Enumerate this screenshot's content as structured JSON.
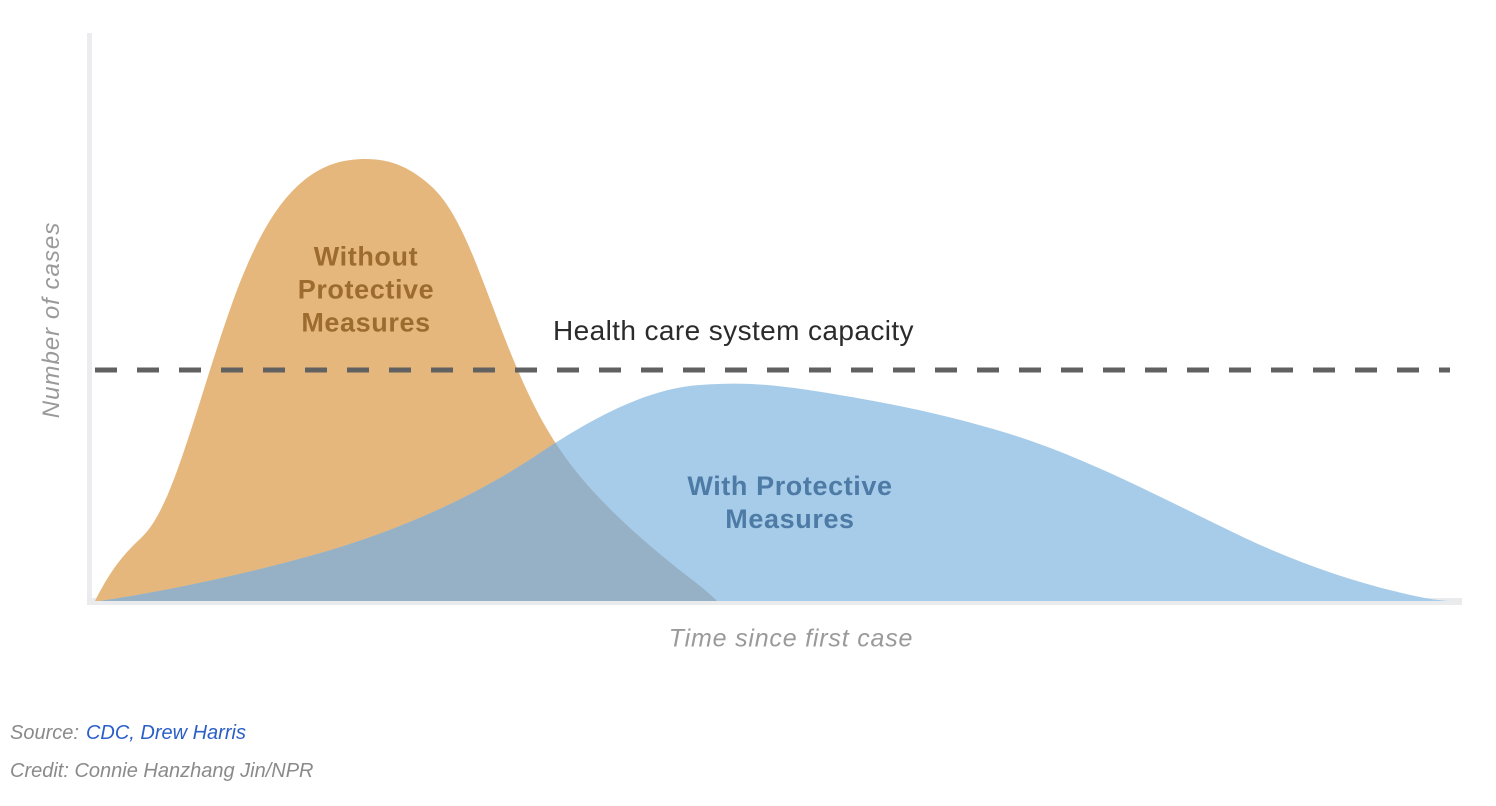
{
  "chart": {
    "y_axis_label": "Number of cases",
    "x_axis_label": "Time since first case",
    "capacity_label": "Health care system capacity",
    "without_label": "Without\nProtective\nMeasures",
    "with_label": "With Protective\nMeasures",
    "colors": {
      "without_fill": "#e5b77c",
      "without_text": "#9c6b2e",
      "with_fill": "#a7cce9",
      "with_text": "#4d7ba5",
      "overlap_fill": "#96b1c5",
      "capacity_line": "#616161",
      "capacity_text": "#2b2b2b",
      "axis_line": "#ececee",
      "axis_text": "#9a9a9a"
    }
  },
  "footer": {
    "source_prefix": "Source:",
    "source_link": "CDC, Drew Harris",
    "credit": "Credit: Connie Hanzhang Jin/NPR",
    "link_color": "#2b5fc8"
  },
  "chart_data": {
    "type": "area",
    "title": "",
    "xlabel": "Time since first case",
    "ylabel": "Number of cases",
    "xlim": [
      0,
      100
    ],
    "ylim": [
      0,
      100
    ],
    "grid": false,
    "axes_unitless": true,
    "annotations": [
      {
        "text": "Health care system capacity",
        "type": "dashed-horizontal-line",
        "y": 52
      }
    ],
    "series": [
      {
        "name": "Without Protective Measures",
        "color": "#e5b77c",
        "x": [
          0,
          3,
          7,
          10,
          15,
          20,
          25,
          28,
          32,
          36,
          40,
          44,
          46
        ],
        "y": [
          0,
          14,
          35,
          69,
          93,
          99,
          93,
          73,
          45,
          25,
          13,
          5,
          0
        ]
      },
      {
        "name": "With Protective Measures",
        "color": "#a7cce9",
        "x": [
          0,
          8,
          18,
          28,
          33,
          38,
          44,
          52,
          66,
          78,
          87,
          93,
          99
        ],
        "y": [
          0,
          5,
          12,
          24,
          33,
          46,
          48,
          47,
          38,
          23,
          11,
          4,
          0
        ]
      }
    ]
  }
}
